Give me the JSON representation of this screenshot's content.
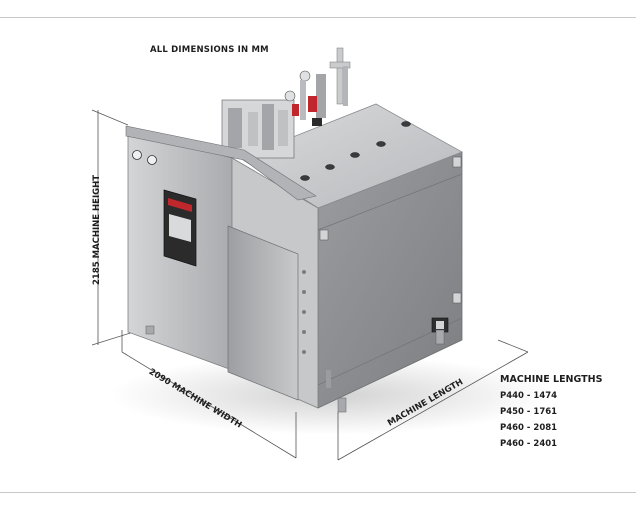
{
  "note": "ALL DIMENSIONS IN MM",
  "dimensions": {
    "height_label": "2185 MACHINE HEIGHT",
    "width_label": "2090 MACHINE WIDTH",
    "length_label": "MACHINE LENGTH"
  },
  "machine_lengths": {
    "title": "MACHINE LENGTHS",
    "rows": [
      "P440 - 1474",
      "P450 - 1761",
      "P460 - 2081",
      "P460 - 2401"
    ]
  },
  "colors": {
    "cabinet_side": "#8e9093",
    "cabinet_top": "#c7c9cb",
    "cabinet_front": "#b4b6b8",
    "door_panel": "#c6c8ca",
    "control_panel": "#2b2b2b",
    "accent_red": "#c0272d",
    "dimension_line": "#555555"
  }
}
